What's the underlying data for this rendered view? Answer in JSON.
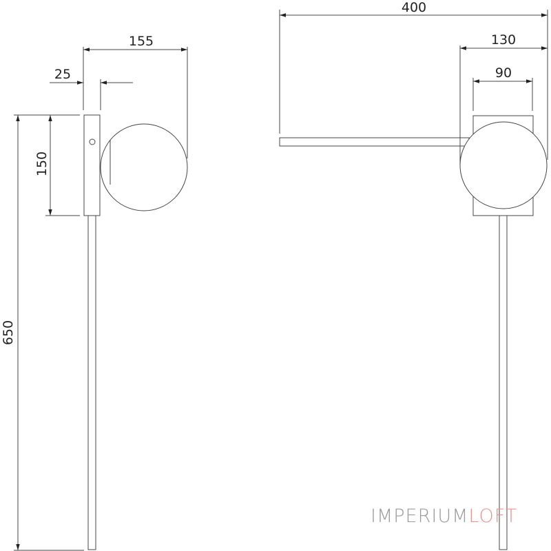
{
  "drawing": {
    "side_view": {
      "dims": {
        "total_depth": "155",
        "base_depth": "25",
        "base_height": "150",
        "total_height": "650"
      }
    },
    "front_view": {
      "dims": {
        "total_width": "400",
        "shade_span": "130",
        "base_width": "90"
      }
    }
  },
  "logo": {
    "part1": "IMPERIUM",
    "part2": "LOFT",
    "color1": "#9a9a9a",
    "color2": "#e8958d"
  }
}
